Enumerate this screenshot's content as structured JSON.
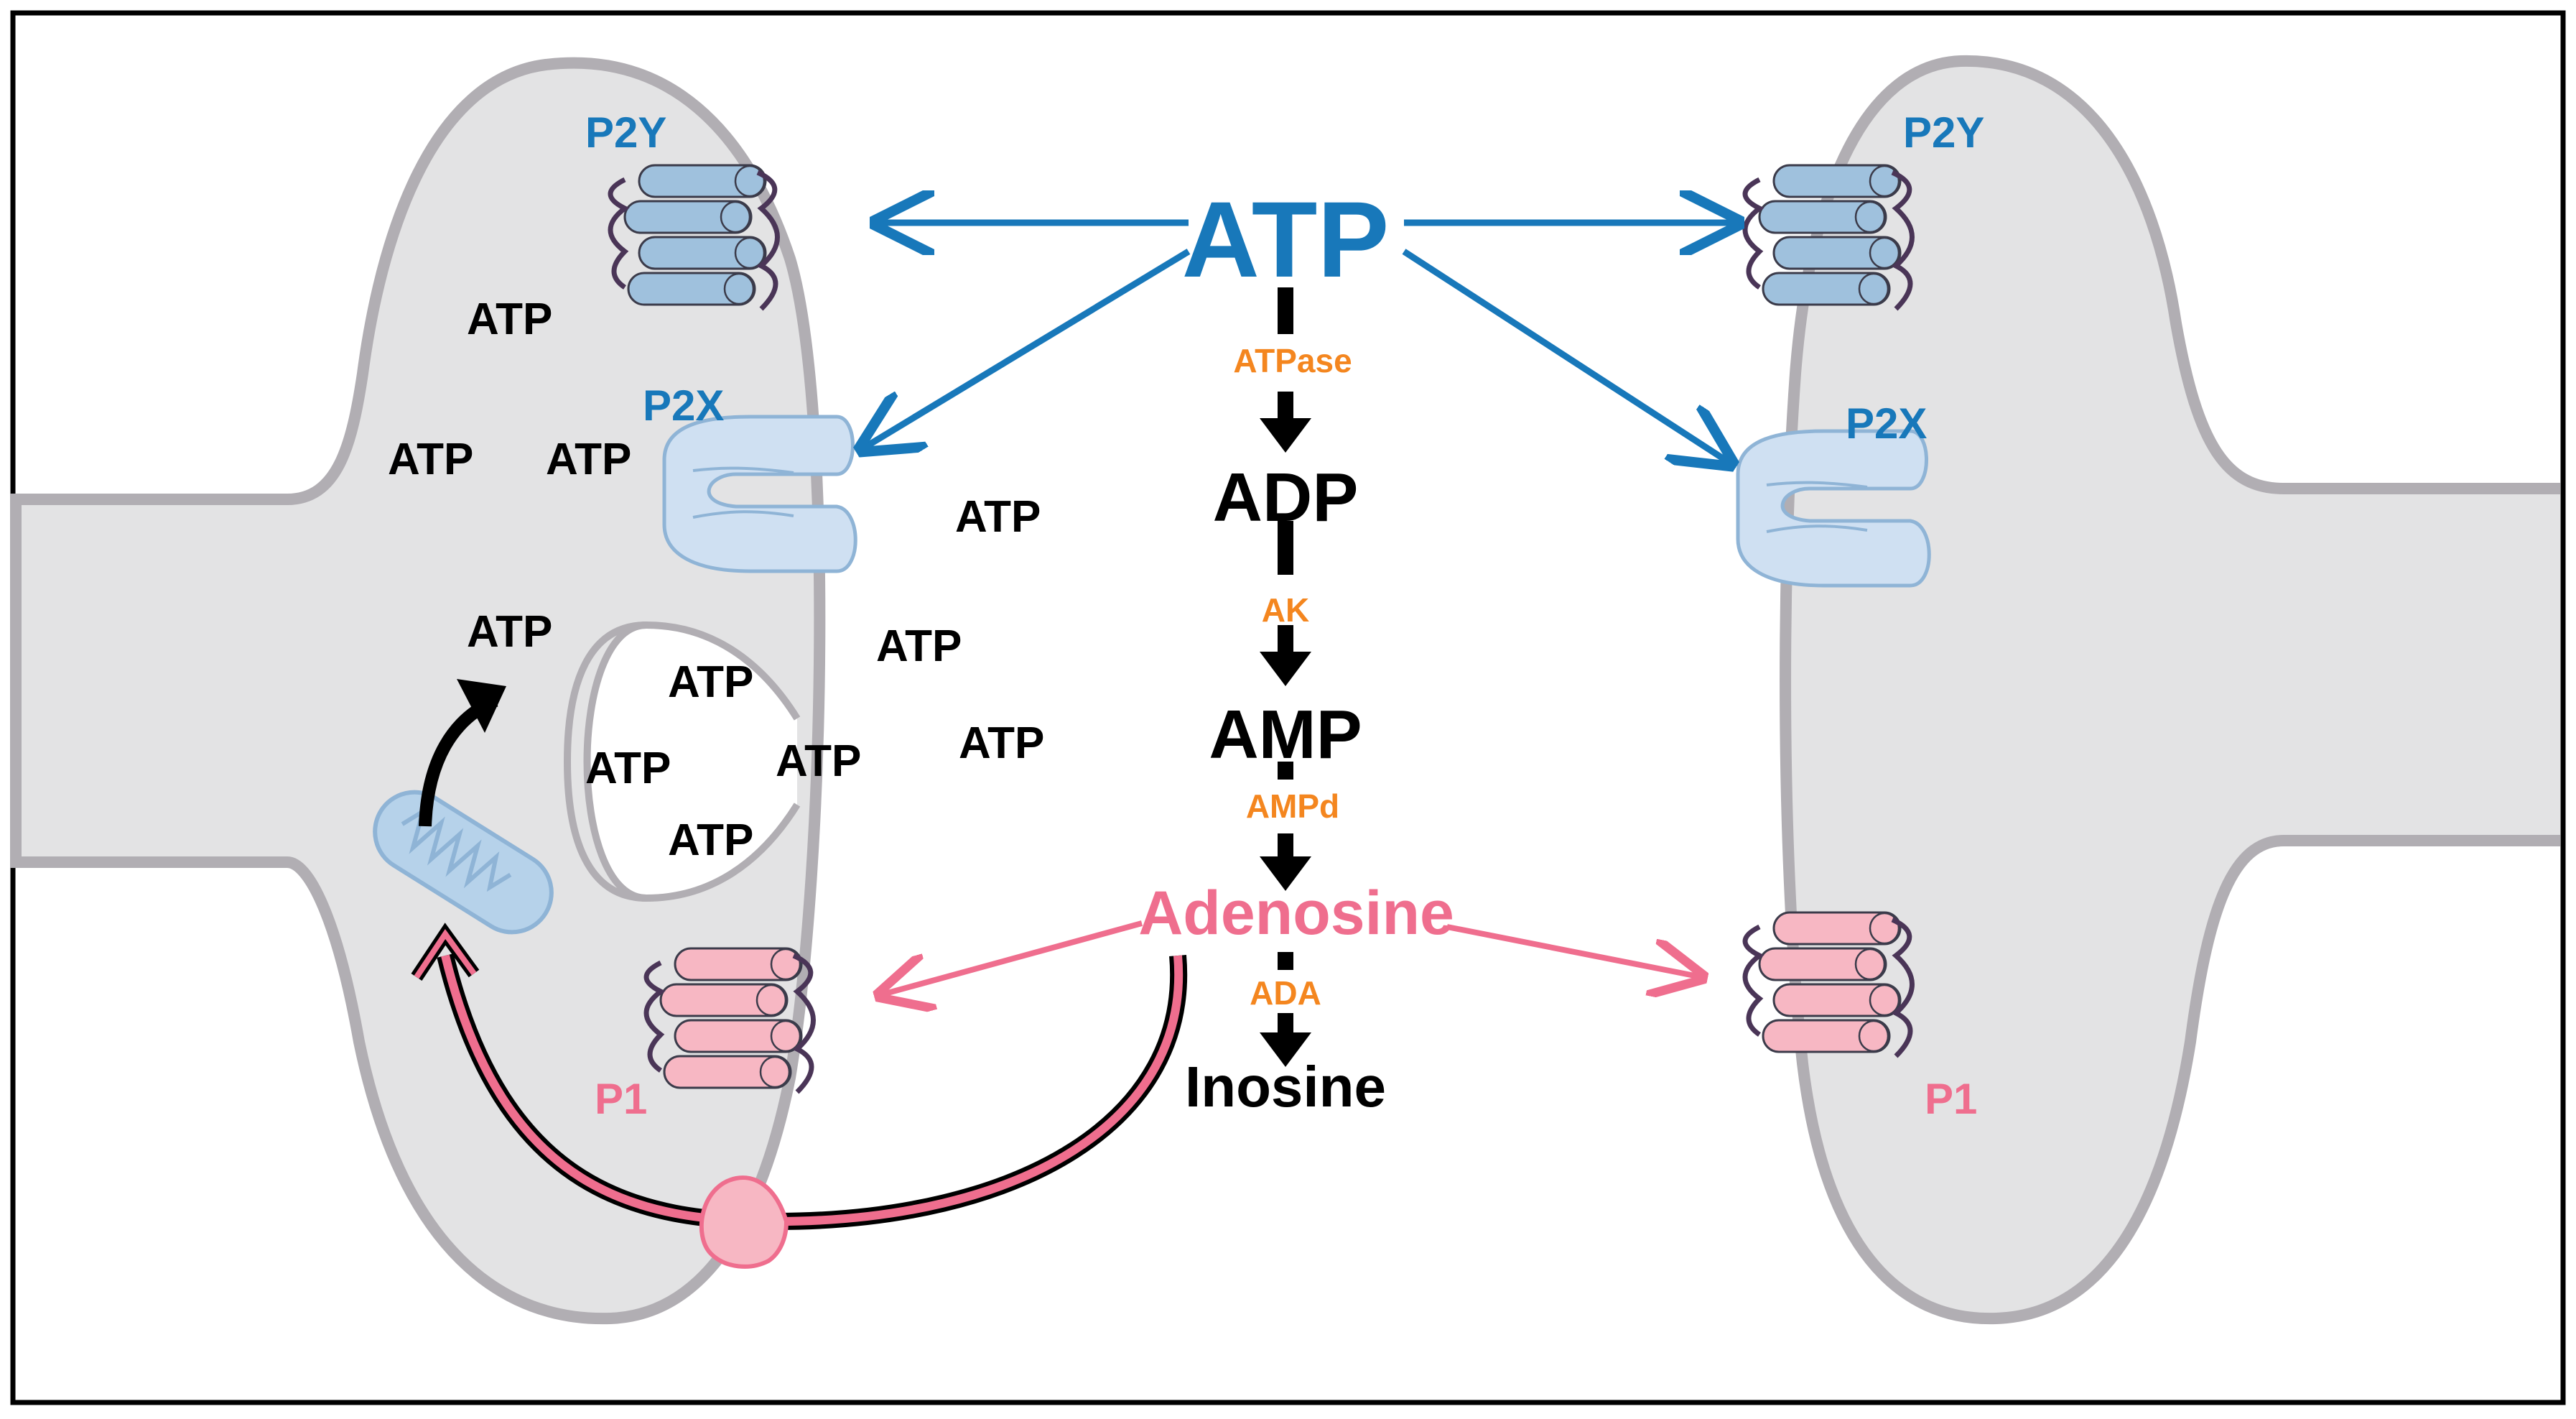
{
  "colors": {
    "frame": "#000000",
    "cell_fill": "#e3e3e4",
    "cell_outline": "#b1aeb3",
    "p2y_receptor": "#9fc1dd",
    "p2x_receptor": "#cfe0f2",
    "p1_receptor": "#f7b7c3",
    "atp_blue": "#1878ba",
    "adenosine_pink": "#ef6e8e",
    "enzyme_orange": "#f4861f",
    "black": "#000000",
    "mitochondrion": "#b6d2ea"
  },
  "labels": {
    "atp_main": "ATP",
    "adp": "ADP",
    "amp": "AMP",
    "adenosine": "Adenosine",
    "inosine": "Inosine",
    "atpase": "ATPase",
    "ak": "AK",
    "ampd": "AMPd",
    "ada": "ADA",
    "p2y_left": "P2Y",
    "p2x_left": "P2X",
    "p1_left": "P1",
    "p2y_right": "P2Y",
    "p2x_right": "P2X",
    "p1_right": "P1"
  },
  "presynaptic_atp": [
    "ATP",
    "ATP",
    "ATP",
    "ATP"
  ],
  "vesicle_atp": [
    "ATP",
    "ATP",
    "ATP",
    "ATP"
  ],
  "cleft_atp": [
    "ATP",
    "ATP",
    "ATP"
  ],
  "icons": {
    "mitochondrion": "mitochondrion-icon",
    "p2y": "gpcr-barrel-icon",
    "p2x": "ion-channel-icon",
    "p1": "gpcr-barrel-icon",
    "transporter": "transporter-icon"
  }
}
